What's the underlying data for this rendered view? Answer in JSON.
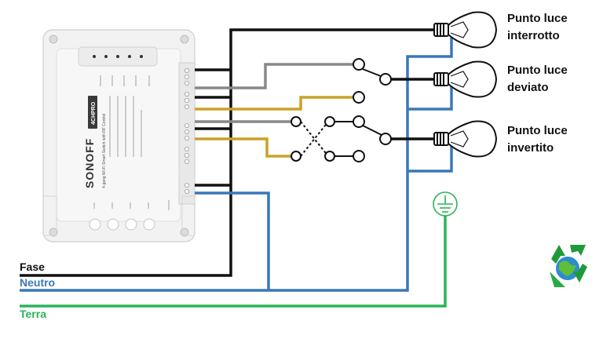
{
  "lamps": [
    {
      "line1": "Punto luce",
      "line2": "interrotto"
    },
    {
      "line1": "Punto luce",
      "line2": "deviato"
    },
    {
      "line1": "Punto luce",
      "line2": "invertito"
    }
  ],
  "lines": {
    "phase": "Fase",
    "neutral": "Neutro",
    "earth": "Terra"
  },
  "device": {
    "brand": "SONOFF",
    "model": "4CHPRO",
    "description": "4-gang Wi-Fi Smart Switch with RF Control"
  },
  "colors": {
    "phase": "#111111",
    "neutral": "#3a78b8",
    "earth": "#2bb45a",
    "switched": "#888888",
    "traveler": "#c9a227"
  }
}
